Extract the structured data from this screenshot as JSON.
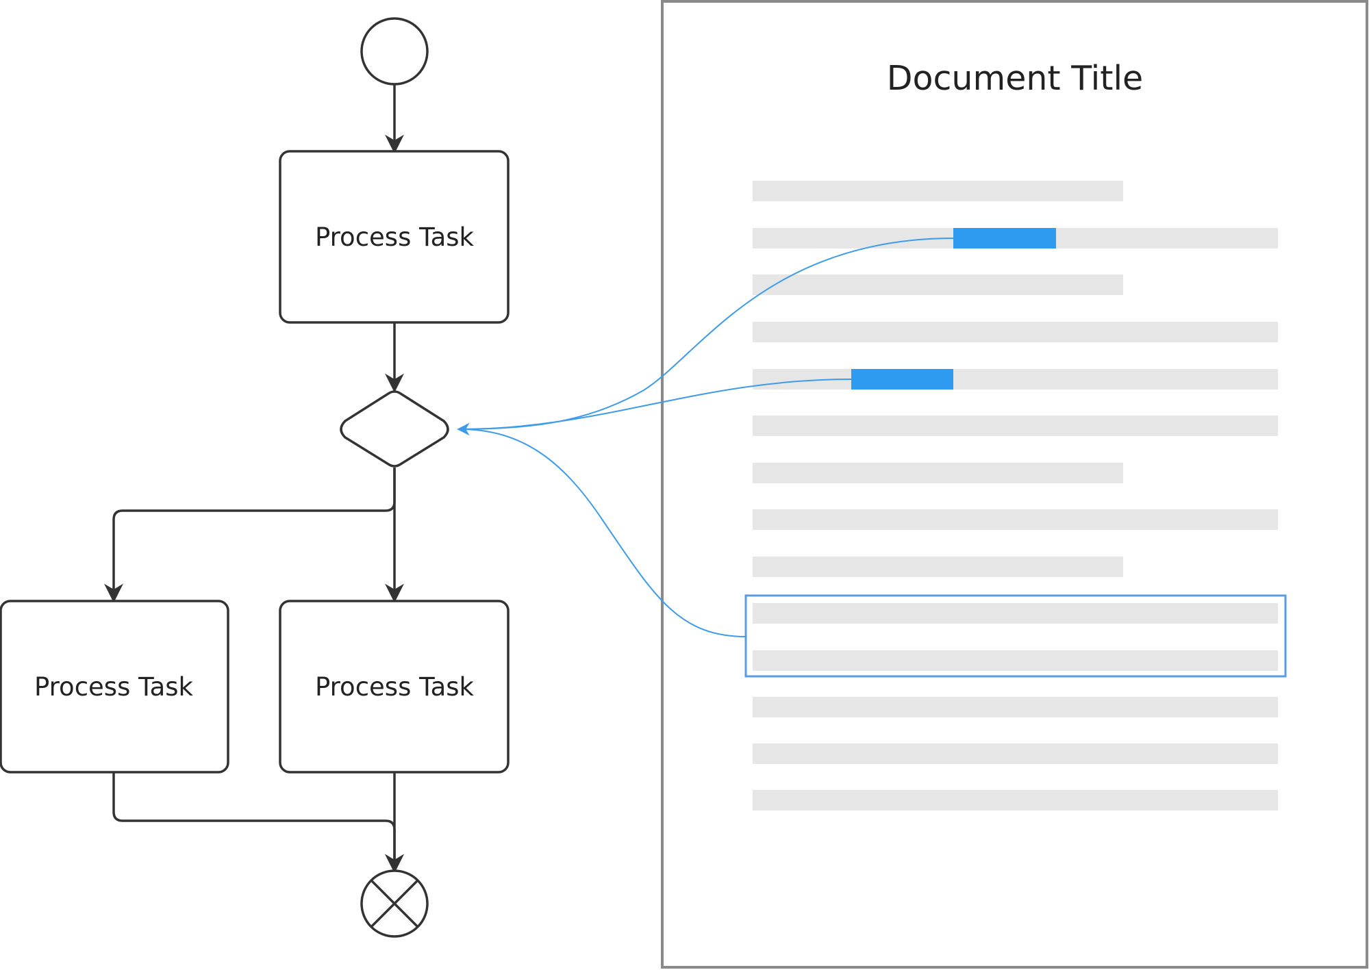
{
  "flowchart": {
    "tasks": [
      {
        "label": "Process Task"
      },
      {
        "label": "Process Task"
      },
      {
        "label": "Process Task"
      }
    ],
    "start_event_icon": "circle-start-icon",
    "decision_icon": "diamond-gateway-icon",
    "end_event_icon": "circle-x-end-icon"
  },
  "document": {
    "title": "Document Title",
    "line_count": 14,
    "highlighted_lines": [
      2,
      5
    ],
    "selected_block_lines": [
      10,
      11
    ]
  },
  "colors": {
    "stroke": "#333333",
    "link": "#3D9BE9",
    "highlight": "#2E9BF0",
    "text_line": "#E6E6E6",
    "doc_border": "#8A8A8A"
  }
}
